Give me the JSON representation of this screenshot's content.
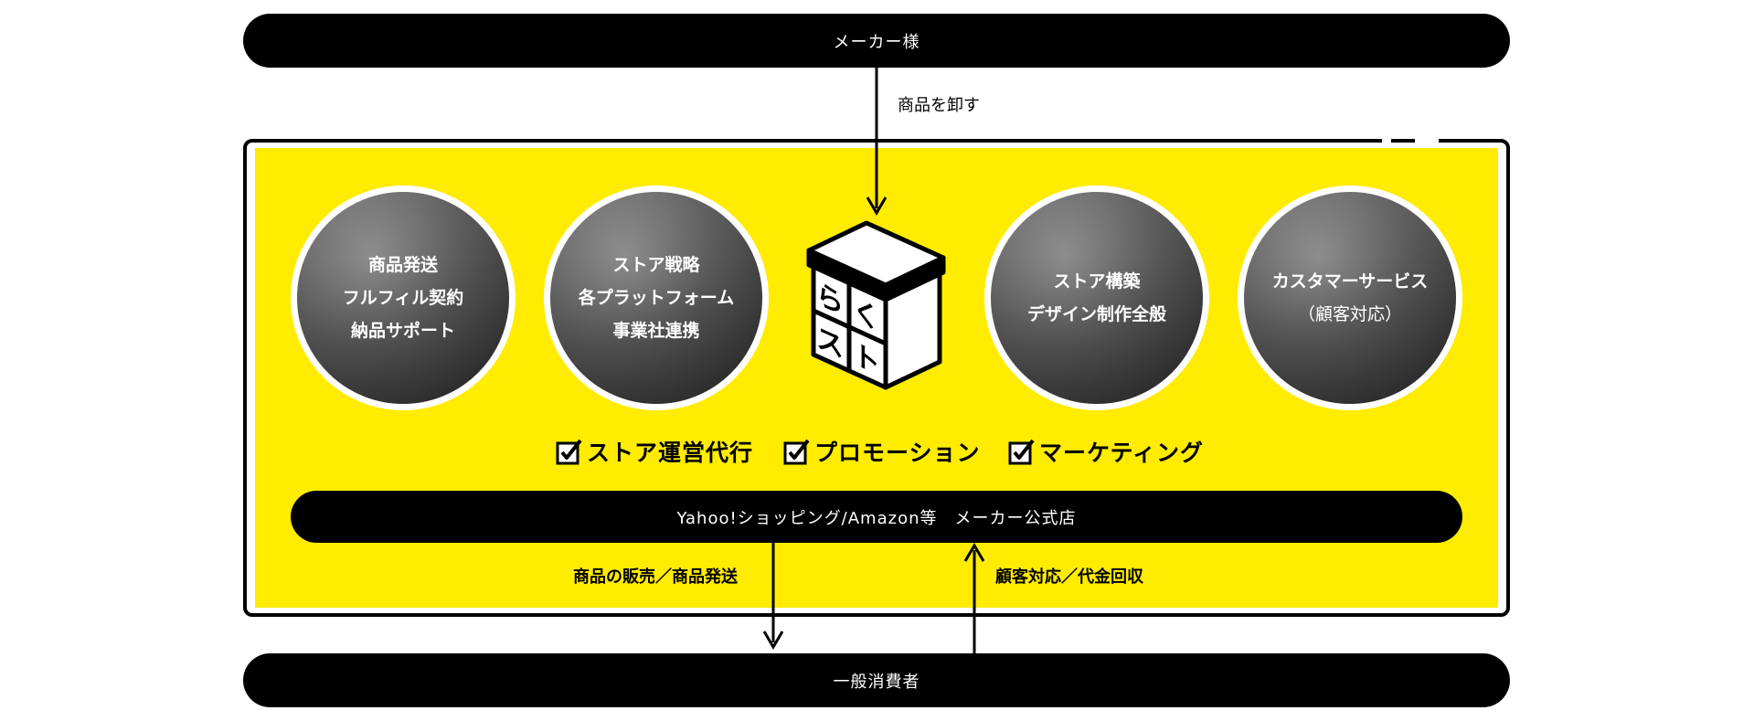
{
  "top_bar": {
    "label": "メーカー様"
  },
  "bottom_bar": {
    "label": "一般消費者"
  },
  "store_bar": {
    "label": "Yahoo!ショッピング/Amazon等　メーカー公式店"
  },
  "arrows": {
    "wholesale": "商品を卸す",
    "sales_shipping": "商品の販売／商品発送",
    "support_collection": "顧客対応／代金回収"
  },
  "logo": {
    "chars": [
      "ら",
      "く",
      "ス",
      "ト"
    ]
  },
  "services": [
    {
      "lines": [
        "商品発送",
        "フルフィル契約",
        "納品サポート"
      ]
    },
    {
      "lines": [
        "ストア戦略",
        "各プラットフォーム",
        "事業社連携"
      ]
    },
    {
      "lines": [
        "ストア構築",
        "デザイン制作全般"
      ]
    },
    {
      "lines": [
        "カスタマーサービス",
        "（顧客対応）"
      ]
    }
  ],
  "checklist": [
    "ストア運営代行",
    "プロモーション",
    "マーケティング"
  ],
  "colors": {
    "yellow": "#ffec00",
    "black": "#000000",
    "white": "#ffffff"
  }
}
